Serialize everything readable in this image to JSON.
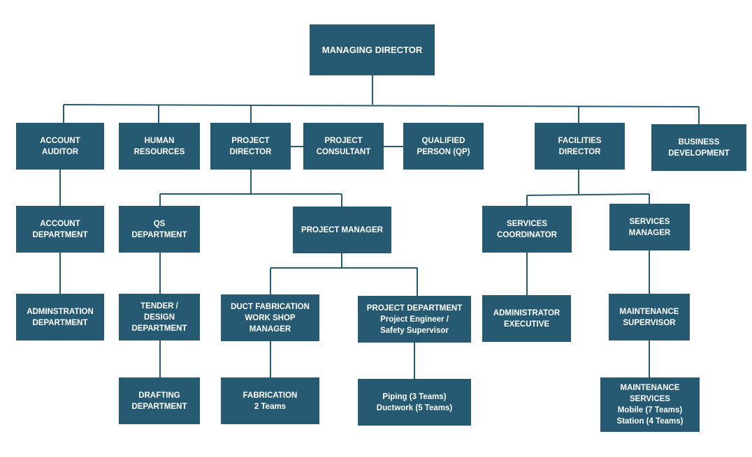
{
  "org_chart": {
    "managing_director": [
      "MANAGING DIRECTOR"
    ],
    "account_auditor": [
      "ACCOUNT",
      "AUDITOR"
    ],
    "human_resources": [
      "HUMAN",
      "RESOURCES"
    ],
    "project_director": [
      "PROJECT",
      "DIRECTOR"
    ],
    "project_consultant": [
      "PROJECT",
      "CONSULTANT"
    ],
    "qualified_person": [
      "QUALIFIED",
      "PERSON (QP)"
    ],
    "facilities_director": [
      "FACILITIES",
      "DIRECTOR"
    ],
    "business_development": [
      "BUSINESS",
      "DEVELOPMENT"
    ],
    "account_department": [
      "ACCOUNT",
      "DEPARTMENT"
    ],
    "qs_department": [
      "QS",
      "DEPARTMENT"
    ],
    "project_manager": [
      "PROJECT MANAGER"
    ],
    "services_coordinator": [
      "SERVICES",
      "COORDINATOR"
    ],
    "services_manager": [
      "SERVICES",
      "MANAGER"
    ],
    "administration_department": [
      "ADMINSTRATION",
      "DEPARTMENT"
    ],
    "tender_design_department": [
      "TENDER /",
      "DESIGN",
      "DEPARTMENT"
    ],
    "duct_fabrication_manager": [
      "DUCT FABRICATION",
      "WORK SHOP",
      "MANAGER"
    ],
    "project_department": [
      "PROJECT DEPARTMENT",
      "Project Engineer /",
      "Safety Supervisor"
    ],
    "administrator_executive": [
      "ADMINISTRATOR",
      "EXECUTIVE"
    ],
    "maintenance_supervisor": [
      "MAINTENANCE",
      "SUPERVISOR"
    ],
    "drafting_department": [
      "DRAFTING",
      "DEPARTMENT"
    ],
    "fabrication": [
      "FABRICATION",
      "2 Teams"
    ],
    "piping_ductwork": [
      "Piping (3 Teams)",
      "Ductwork (5 Teams)"
    ],
    "maintenance_services": [
      "MAINTENANCE",
      "SERVICES",
      "Mobile (7 Teams)",
      "Station (4 Teams)"
    ]
  },
  "colors": {
    "box": "#255a72",
    "line": "#255a72",
    "text": "#ffffff"
  }
}
